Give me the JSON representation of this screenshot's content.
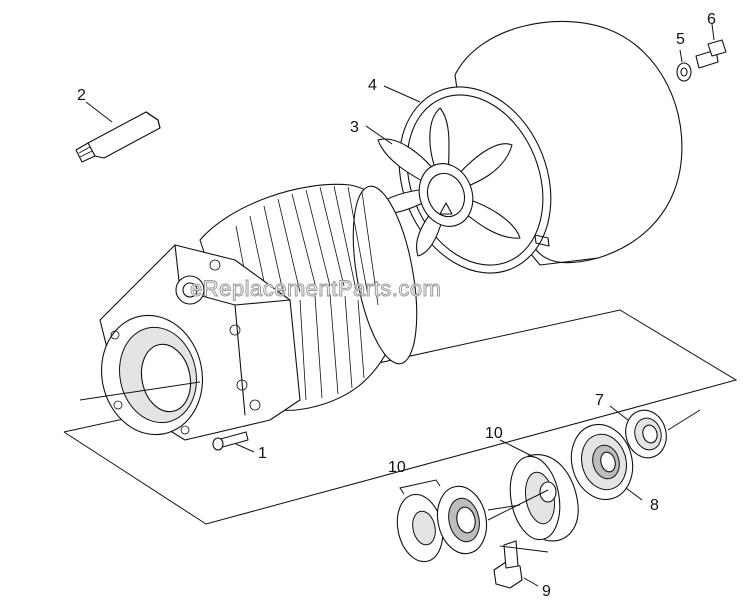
{
  "watermark": "eReplacementParts.com",
  "callouts": {
    "c1": "1",
    "c2": "2",
    "c3": "3",
    "c4": "4",
    "c5": "5",
    "c6": "6",
    "c7": "7",
    "c8": "8",
    "c9": "9",
    "c10a": "10",
    "c10b": "10"
  }
}
